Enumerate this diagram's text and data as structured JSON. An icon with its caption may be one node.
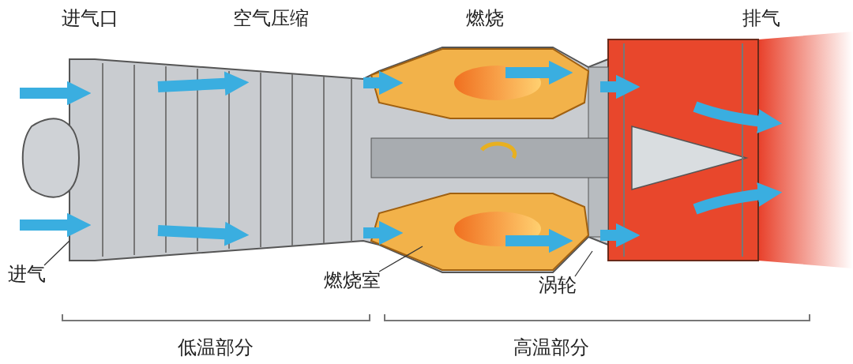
{
  "diagram": {
    "nodes": [
      {
        "text": [
          "进气"
        ]
      },
      {
        "text": [
          "燃烧室"
        ]
      },
      {
        "text": [
          "涡轮"
        ]
      }
    ],
    "edges": [
      {
        "from": 0,
        "to": null,
        "arrow": "none"
      },
      {
        "from": 1,
        "to": null,
        "arrow": "none"
      },
      {
        "from": 2,
        "to": null,
        "arrow": "none"
      }
    ],
    "labels": [
      "进气口",
      "空气压缩",
      "燃烧",
      "排气",
      "低温部分",
      "高温部分"
    ]
  }
}
